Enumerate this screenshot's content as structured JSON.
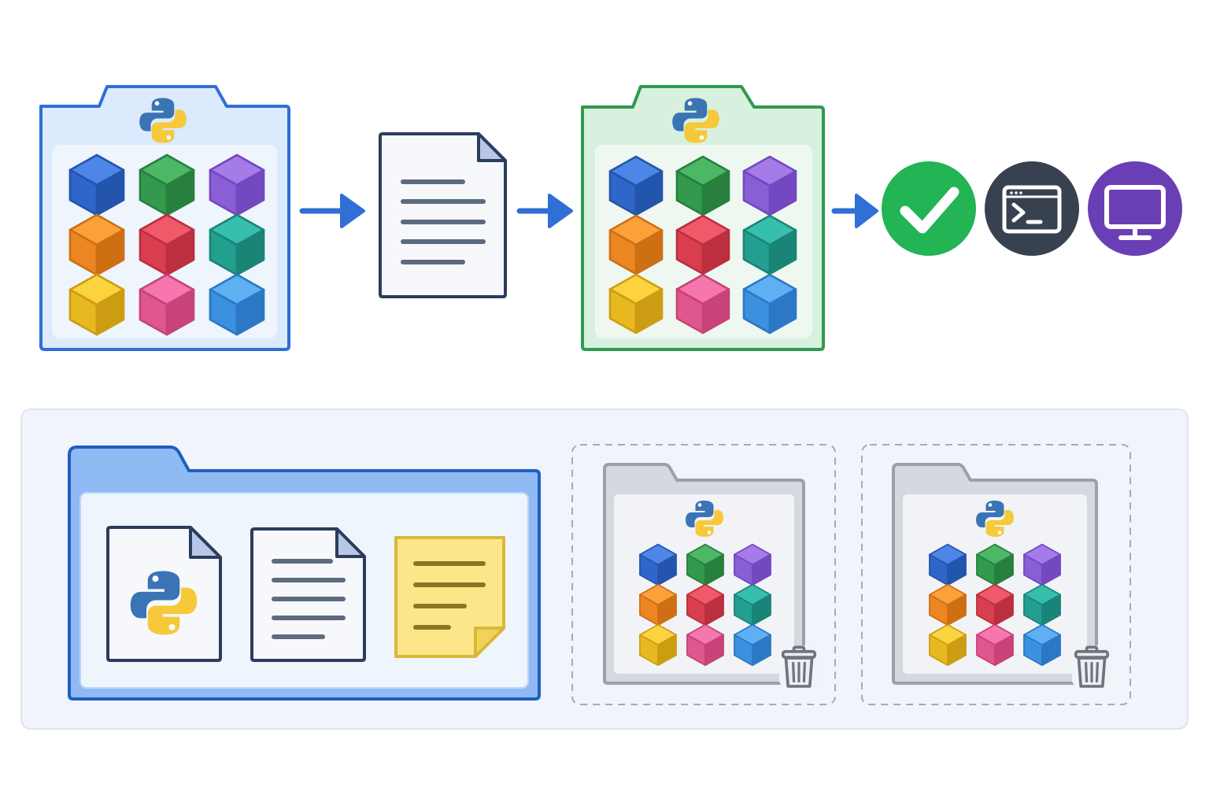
{
  "colors": {
    "blue": "#2f6fd6",
    "blue_stroke": "#1f5fc0",
    "blue_fill": "#dbeafc",
    "blue_inner": "#eef5fd",
    "green": "#2e9a4e",
    "green_fill": "#d8f1de",
    "green_inner": "#eef8f0",
    "gray": "#9aa1ad",
    "gray_fill": "#d4d8df",
    "gray_inner": "#f1f3f6",
    "doc_stroke": "#2b3d5c",
    "doc_lines": "#5d6b80",
    "note_fill": "#fde68a",
    "note_stroke": "#d8b838",
    "note_lines": "#8a7622",
    "bottom_panel": "#f1f4fb",
    "bottom_panel_stroke": "#dde4f0",
    "check_circle": "#22b455",
    "terminal_circle": "#37414f",
    "monitor_circle": "#6a3fb5",
    "cube_colors": [
      "blue",
      "green",
      "purple",
      "orange",
      "red",
      "teal",
      "yellow",
      "pink",
      "skyblue"
    ]
  },
  "pipeline": {
    "source_env": {
      "icon": "python-icon",
      "packages": 9
    },
    "requirements_file": {
      "icon": "document-icon"
    },
    "target_env": {
      "icon": "python-icon",
      "packages": 9
    },
    "result_icons": [
      "check-icon",
      "terminal-icon",
      "monitor-icon"
    ]
  },
  "project": {
    "folder_icon": "folder-icon",
    "files": [
      "python-file-icon",
      "text-file-icon",
      "sticky-note-icon"
    ],
    "disposable_envs": [
      {
        "icon": "python-icon",
        "packages": 9,
        "action_icon": "trash-icon"
      },
      {
        "icon": "python-icon",
        "packages": 9,
        "action_icon": "trash-icon"
      }
    ]
  }
}
